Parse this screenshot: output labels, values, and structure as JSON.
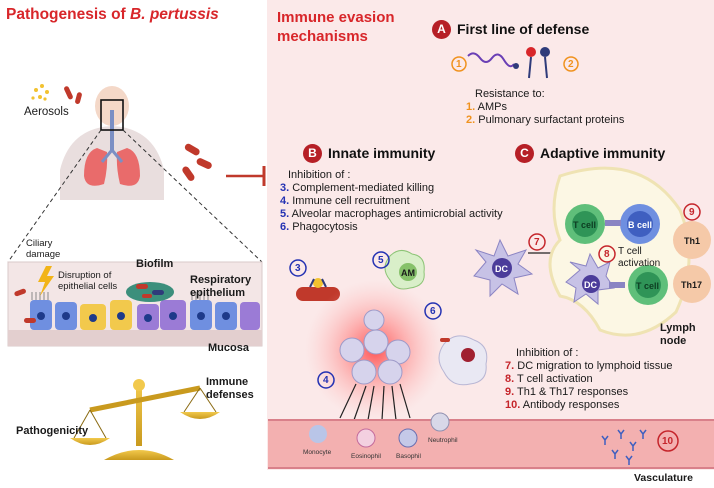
{
  "left_panel": {
    "title_prefix": "Pathogenesis of ",
    "title_species": "B. pertussis",
    "aerosols_label": "Aerosols",
    "ciliary_damage_label": "Ciliary\ndamage",
    "disruption_label": "Disruption of\nepithelial cells",
    "biofilm_label": "Biofilm",
    "respiratory_epithelium_label": "Respiratory\nepithelium",
    "mucosa_label": "Mucosa",
    "immune_defenses_label": "Immune\ndefenses",
    "pathogenicity_label": "Pathogenicity"
  },
  "right_panel": {
    "title": "Immune evasion\nmechanisms",
    "section_a": {
      "badge": "A",
      "title": "First line of defense",
      "marker_1": "1",
      "marker_2": "2",
      "resistance_heading": "Resistance to:",
      "items": [
        {
          "num": "1.",
          "text": "AMPs"
        },
        {
          "num": "2.",
          "text": "Pulmonary surfactant proteins"
        }
      ]
    },
    "section_b": {
      "badge": "B",
      "title": "Innate immunity",
      "inhibition_heading": "Inhibition of :",
      "items": [
        {
          "num": "3.",
          "text": "Complement-mediated killing"
        },
        {
          "num": "4.",
          "text": "Immune cell recruitment"
        },
        {
          "num": "5.",
          "text": "Alveolar macrophages antimicrobial activity"
        },
        {
          "num": "6.",
          "text": "Phagocytosis"
        }
      ],
      "marker_3": "3",
      "marker_4": "4",
      "marker_5": "5",
      "marker_6": "6",
      "am_label": "AM"
    },
    "section_c": {
      "badge": "C",
      "title": "Adaptive immunity",
      "marker_7": "7",
      "marker_8": "8",
      "marker_9": "9",
      "marker_10": "10",
      "t_cell_label": "T cell",
      "b_cell_label": "B cell",
      "dc_label": "DC",
      "dc2_label": "DC",
      "t_cell2_label": "T cell",
      "t_cell_activation_label": "T cell\nactivation",
      "th1_label": "Th1",
      "th17_label": "Th17",
      "lymph_node_label": "Lymph\nnode",
      "inhibition_heading": "Inhibition of :",
      "items": [
        {
          "num": "7.",
          "text": "DC migration to lymphoid tissue"
        },
        {
          "num": "8.",
          "text": "T cell activation"
        },
        {
          "num": "9.",
          "text": "Th1 & Th17 responses"
        },
        {
          "num": "10.",
          "text": "Antibody responses"
        }
      ]
    },
    "cells": {
      "monocyte": "Monocyte",
      "eosinophil": "Eosinophil",
      "basophil": "Basophil",
      "neutrophil": "Neutrophil"
    },
    "vasculature_label": "Vasculature"
  }
}
